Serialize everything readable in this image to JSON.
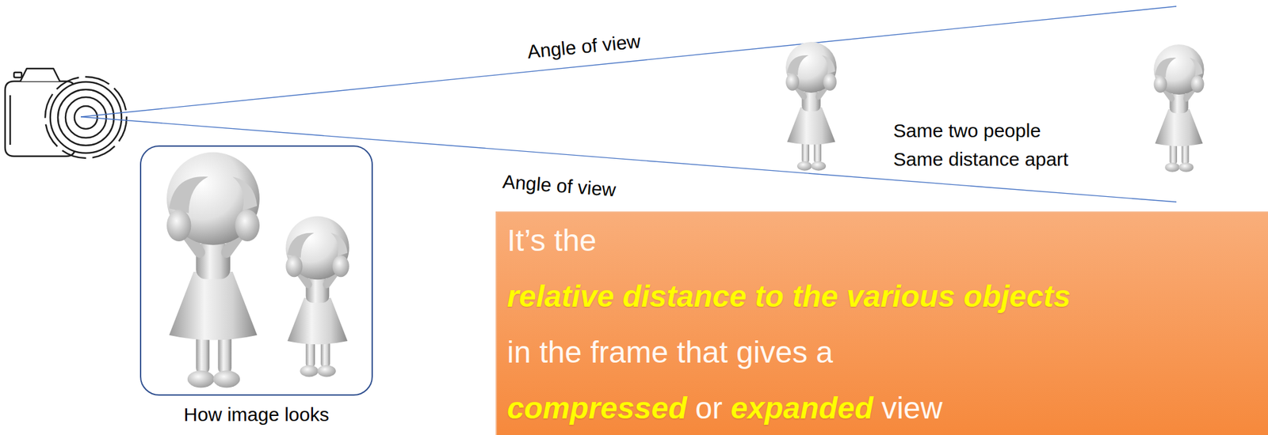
{
  "diagram": {
    "nodes": [
      {
        "text": [
          "How image looks"
        ]
      },
      {
        "text": [
          "It’s the",
          "relative distance to the various objects",
          "in the frame that gives a",
          "compressed",
          "or",
          "expanded",
          "view"
        ]
      }
    ],
    "labels": [
      "Angle of view",
      "Angle of view",
      "Same two people",
      "Same distance apart"
    ]
  }
}
